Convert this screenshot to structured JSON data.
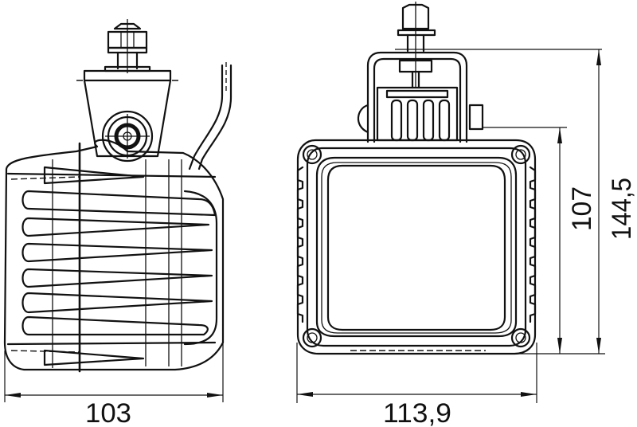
{
  "drawing": {
    "title": "Work lamp technical dimension drawing",
    "views": [
      {
        "name": "side-view",
        "description": "Side view with ribbed heat-sink housing, mounting bracket with nut and cable"
      },
      {
        "name": "front-view",
        "description": "Front view with square lens, bracket, corner screws and ribbed frame"
      }
    ],
    "dimensions": {
      "side_width": "103",
      "front_width": "113,9",
      "lens_height": "107",
      "overall_height": "144,5"
    },
    "line_color": "#111111",
    "background": "#ffffff"
  }
}
